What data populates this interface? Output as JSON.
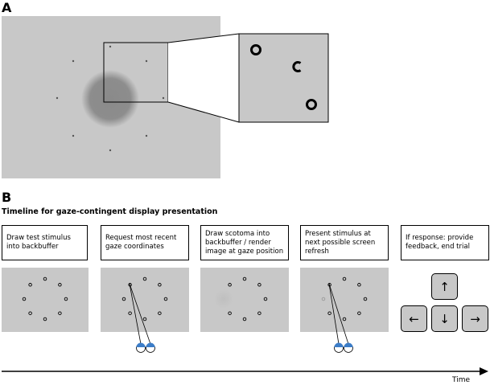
{
  "panel_a": {
    "letter": "A"
  },
  "panel_b": {
    "letter": "B",
    "subtitle": "Timeline for gaze-contingent display presentation",
    "steps": [
      {
        "text": "Draw test stimulus into backbuffer"
      },
      {
        "text": "Request most recent gaze coordinates"
      },
      {
        "text": "Draw scotoma into backbuffer / render image at gaze position"
      },
      {
        "text": "Present stimulus at next possible screen refresh"
      },
      {
        "text": "If response: provide feedback, end trial"
      }
    ],
    "keys": [
      {
        "name": "up-arrow-key",
        "glyph": "↑"
      },
      {
        "name": "left-arrow-key",
        "glyph": "←"
      },
      {
        "name": "down-arrow-key",
        "glyph": "↓"
      },
      {
        "name": "right-arrow-key",
        "glyph": "→"
      }
    ],
    "time_label": "Time"
  },
  "colors": {
    "screen_gray": "#c8c8c8",
    "scotoma": "#8a8a8a",
    "eye_iris": "#3c7dc8"
  }
}
